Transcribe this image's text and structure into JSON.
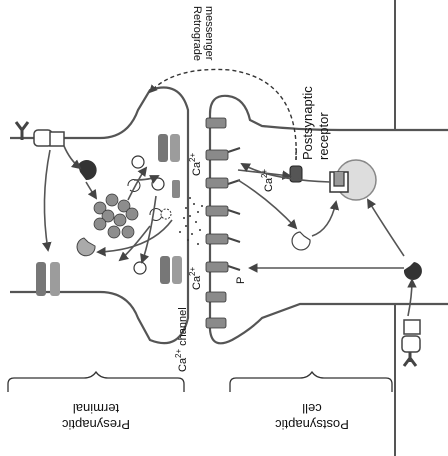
{
  "labels": {
    "retrograde": [
      "Retrograde",
      "messenger"
    ],
    "postsynaptic_receptor": [
      "Postsynaptic",
      "receptor"
    ],
    "ca_channel": "Ca",
    "ca_channel_suffix": "channel",
    "ca_superscript": "2+",
    "ca_symbol": "Ca",
    "phospho": "P",
    "presynaptic": [
      "Presynaptic",
      "terminal"
    ],
    "postsynaptic_cell": [
      "Postsynaptic",
      "cell"
    ]
  },
  "colors": {
    "membrane": "#555555",
    "protein_dark": "#6f6f6f",
    "protein_light": "#bdbdbd",
    "vesicle": "#9a9a9a",
    "arrow": "#555555",
    "background": "#ffffff"
  }
}
